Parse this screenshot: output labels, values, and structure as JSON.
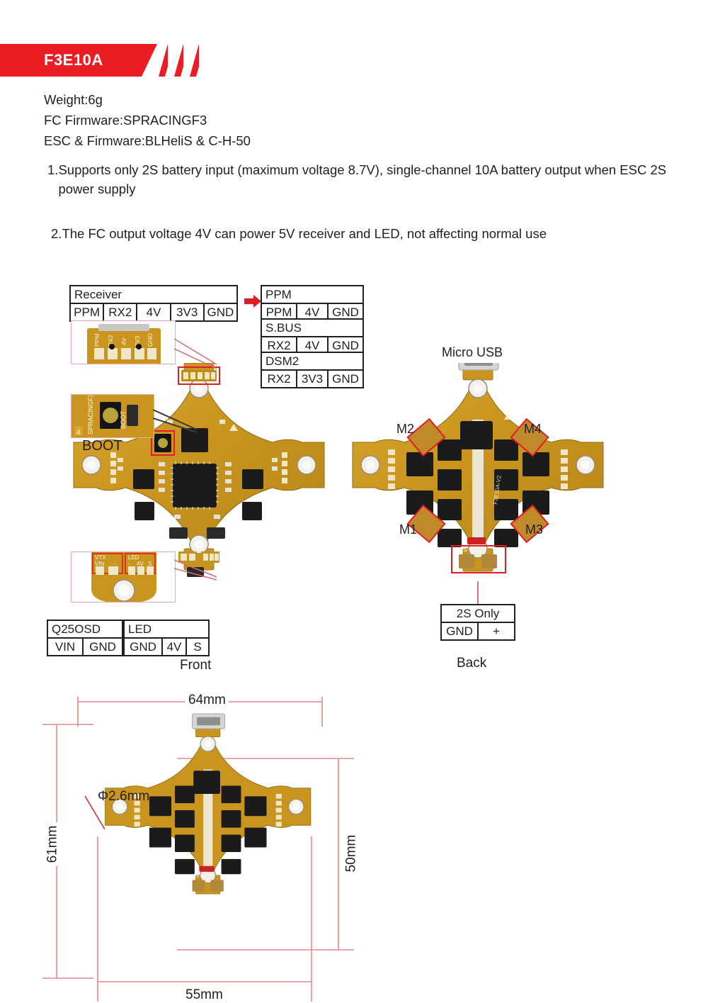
{
  "header": {
    "title": "F3E10A",
    "accent_color": "#ec1c24"
  },
  "specs": {
    "weight": "Weight:6g",
    "fc_firmware": "FC Firmware:SPRACINGF3",
    "esc_firmware": "ESC & Firmware:BLHeliS & C-H-50",
    "note1_num": "1.",
    "note1_text": "Supports only  2S battery input (maximum voltage 8.7V), single-channel 10A battery output when ESC 2S power supply",
    "note2_num": "2.",
    "note2_text": "The FC output voltage 4V can power 5V receiver and LED, not affecting normal use"
  },
  "tables": {
    "receiver": {
      "header": "Receiver",
      "cells": [
        "PPM",
        "RX2",
        "4V",
        "3V3",
        "GND"
      ]
    },
    "ppm": {
      "header": "PPM",
      "cells": [
        "PPM",
        "4V",
        "GND"
      ]
    },
    "sbus": {
      "header": "S.BUS",
      "cells": [
        "RX2",
        "4V",
        "GND"
      ]
    },
    "dsm2": {
      "header": "DSM2",
      "cells": [
        "RX2",
        "3V3",
        "GND"
      ]
    },
    "osd": {
      "header": "Q25OSD",
      "cells": [
        "VIN",
        "GND"
      ]
    },
    "led": {
      "header": "LED",
      "cells": [
        "GND",
        "4V",
        "S"
      ]
    },
    "twos": {
      "header": "2S Only",
      "cells": [
        "GND",
        "+"
      ]
    }
  },
  "front_view": {
    "label": "Front",
    "boot_label": "BOOT",
    "silkscreen_id": "LDA-AIO-80626",
    "boot_inset_silk": "SPRACINGF3",
    "boot_inset_btn": "BOOT",
    "rx_pads": [
      "PPM",
      "RX2",
      "4V",
      "3V3",
      "GND"
    ],
    "vtx_pad_group": "VTX",
    "vtx_pads": [
      "VIN",
      "-"
    ],
    "led_pad_group": "LED",
    "led_pads": [
      "-",
      "4V",
      "S"
    ]
  },
  "back_view": {
    "label": "Back",
    "usb_label": "Micro USB",
    "motors": [
      "M2",
      "M4",
      "M1",
      "M3"
    ],
    "pad_silk": "2S ONLY",
    "pad_minus": "-",
    "pad_plus": "+"
  },
  "dimensions": {
    "width_overall": "64mm",
    "height_overall": "61mm",
    "hole_spacing_vertical": "50mm",
    "hole_spacing_horizontal": "55mm",
    "hole_diameter": "Φ2.6mm",
    "line_color": "#dd8b8b"
  }
}
